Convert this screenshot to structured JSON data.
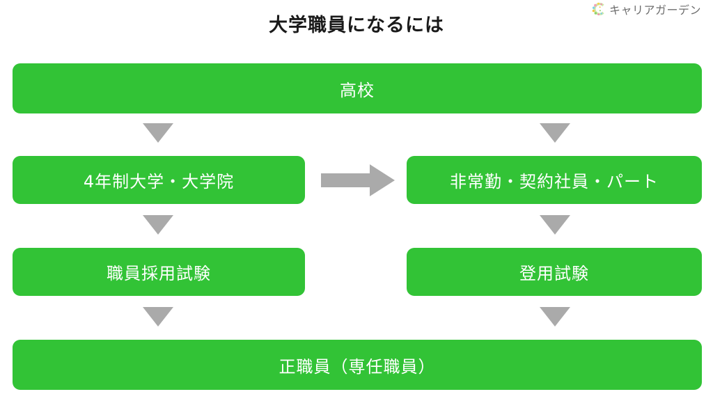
{
  "brand": {
    "name": "キャリアガーデン",
    "logo_icon": "career-garden-c-mark",
    "logo_color": "#6d6d6d"
  },
  "header": {
    "title": "大学職員になるには"
  },
  "theme": {
    "node_fill": "#32c336",
    "node_text": "#ffffff",
    "arrow_fill": "#aaaaaa",
    "background": "#ffffff",
    "title_color": "#1a1a1a"
  },
  "chart_data": {
    "type": "diagram",
    "title": "大学職員になるには",
    "nodes": [
      {
        "id": "highschool",
        "label": "高校",
        "row": 1,
        "column": "full"
      },
      {
        "id": "university",
        "label": "4年制大学・大学院",
        "row": 2,
        "column": "left"
      },
      {
        "id": "parttime",
        "label": "非常勤・契約社員・パート",
        "row": 2,
        "column": "right"
      },
      {
        "id": "staffexam",
        "label": "職員採用試験",
        "row": 3,
        "column": "left"
      },
      {
        "id": "promoexam",
        "label": "登用試験",
        "row": 3,
        "column": "right"
      },
      {
        "id": "fulltime",
        "label": "正職員（専任職員）",
        "row": 4,
        "column": "full"
      }
    ],
    "edges": [
      {
        "from": "highschool",
        "to": "university",
        "direction": "down",
        "glyph": "▼"
      },
      {
        "from": "highschool",
        "to": "parttime",
        "direction": "down",
        "glyph": "▼"
      },
      {
        "from": "university",
        "to": "parttime",
        "direction": "right",
        "glyph": "➡"
      },
      {
        "from": "university",
        "to": "staffexam",
        "direction": "down",
        "glyph": "▼"
      },
      {
        "from": "parttime",
        "to": "promoexam",
        "direction": "down",
        "glyph": "▼"
      },
      {
        "from": "staffexam",
        "to": "fulltime",
        "direction": "down",
        "glyph": "▼"
      },
      {
        "from": "promoexam",
        "to": "fulltime",
        "direction": "down",
        "glyph": "▼"
      }
    ]
  }
}
